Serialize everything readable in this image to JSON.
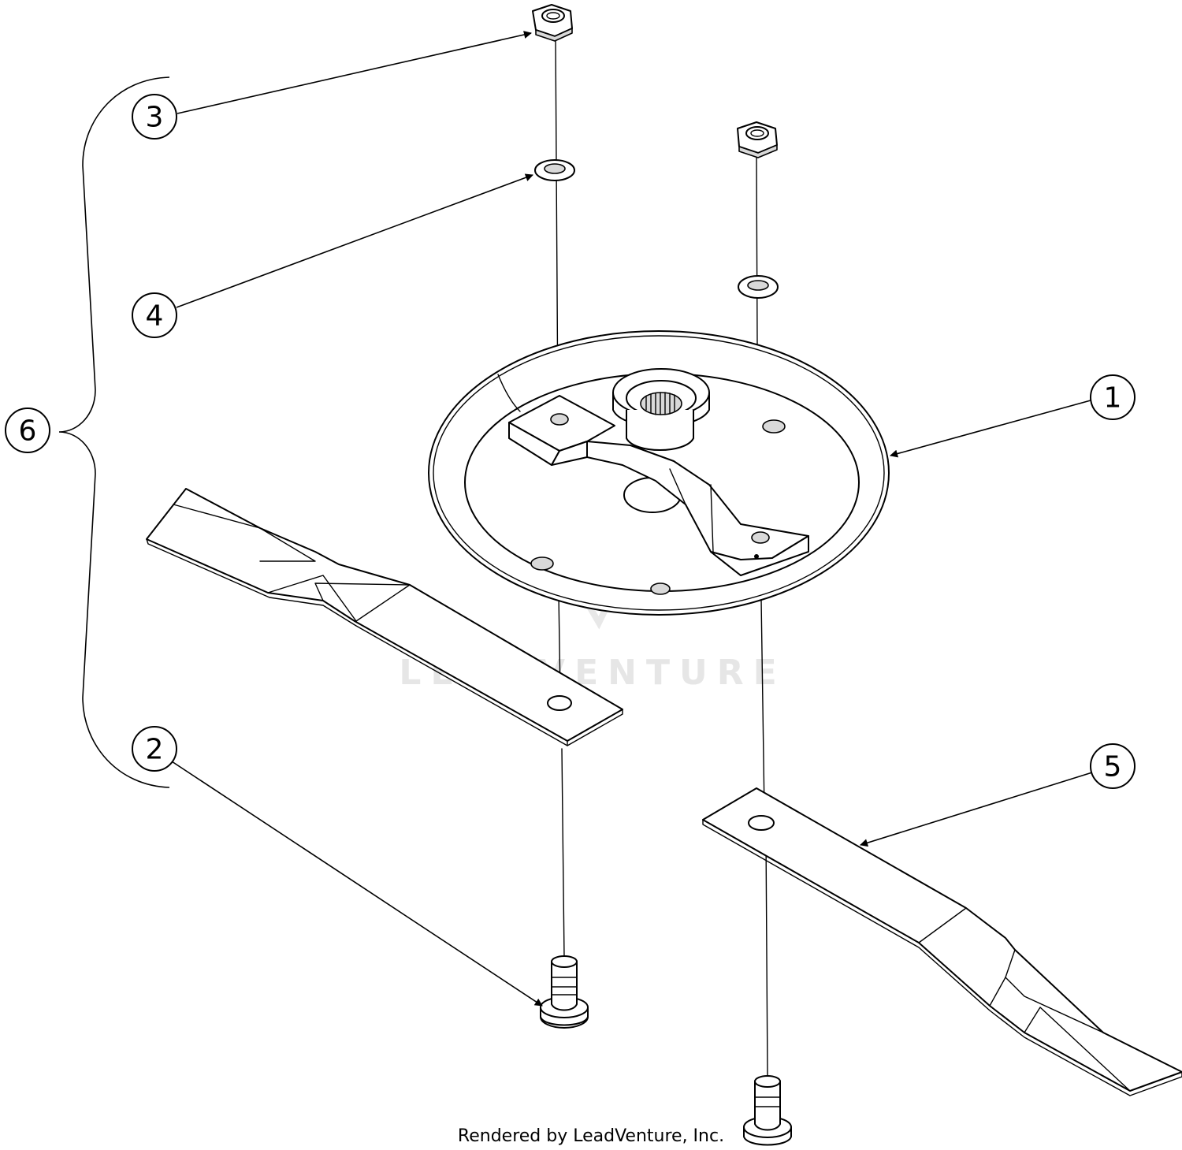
{
  "callouts": {
    "c1": "1",
    "c2": "2",
    "c3": "3",
    "c4": "4",
    "c5": "5",
    "c6": "6"
  },
  "watermark": "LEADVENTURE",
  "footer": "Rendered by LeadVenture, Inc.",
  "colors": {
    "ink": "#000000",
    "watermark": "#e6e6e6",
    "background": "#ffffff"
  }
}
